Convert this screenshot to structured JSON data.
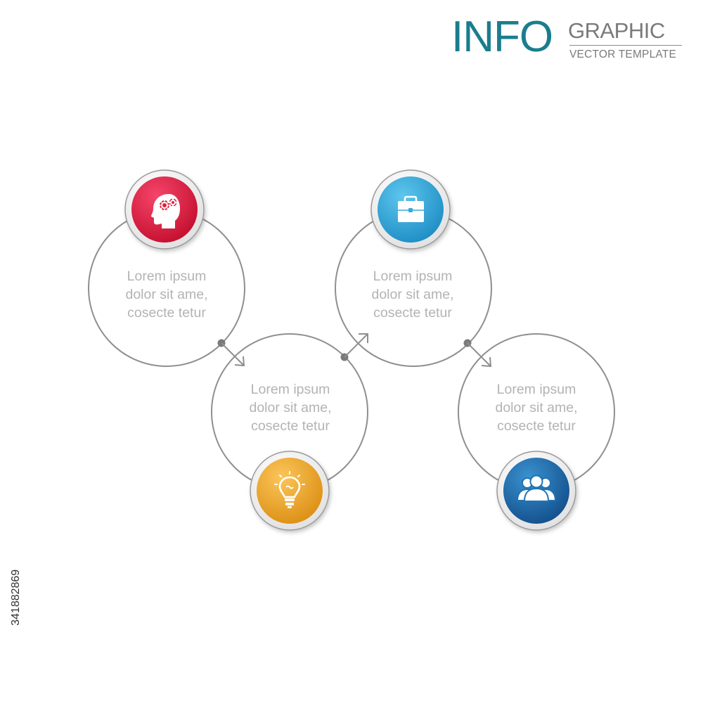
{
  "header": {
    "word_big": "INFO",
    "word_small": "GRAPHIC",
    "subtitle": "VECTOR TEMPLATE",
    "accent_color": "#1a7d8e"
  },
  "stock_id": "341882869",
  "colors": {
    "ring": "#8f8f8f",
    "text": "#b3b3b3",
    "step1": "#e0213f",
    "step2": "#f2aa2a",
    "step3": "#35a9db",
    "step4": "#1f73b3"
  },
  "steps": [
    {
      "icon": "head-gears-icon",
      "color": "#e0213f",
      "lines": [
        "Lorem  ipsum",
        "dolor sit ame,",
        "cosecte  tetur"
      ]
    },
    {
      "icon": "lightbulb-icon",
      "color": "#f2aa2a",
      "lines": [
        "Lorem  ipsum",
        "dolor sit ame,",
        "cosecte  tetur"
      ]
    },
    {
      "icon": "briefcase-icon",
      "color": "#35a9db",
      "lines": [
        "Lorem  ipsum",
        "dolor sit ame,",
        "cosecte  tetur"
      ]
    },
    {
      "icon": "team-icon",
      "color": "#1f73b3",
      "lines": [
        "Lorem  ipsum",
        "dolor sit ame,",
        "cosecte  tetur"
      ]
    }
  ]
}
